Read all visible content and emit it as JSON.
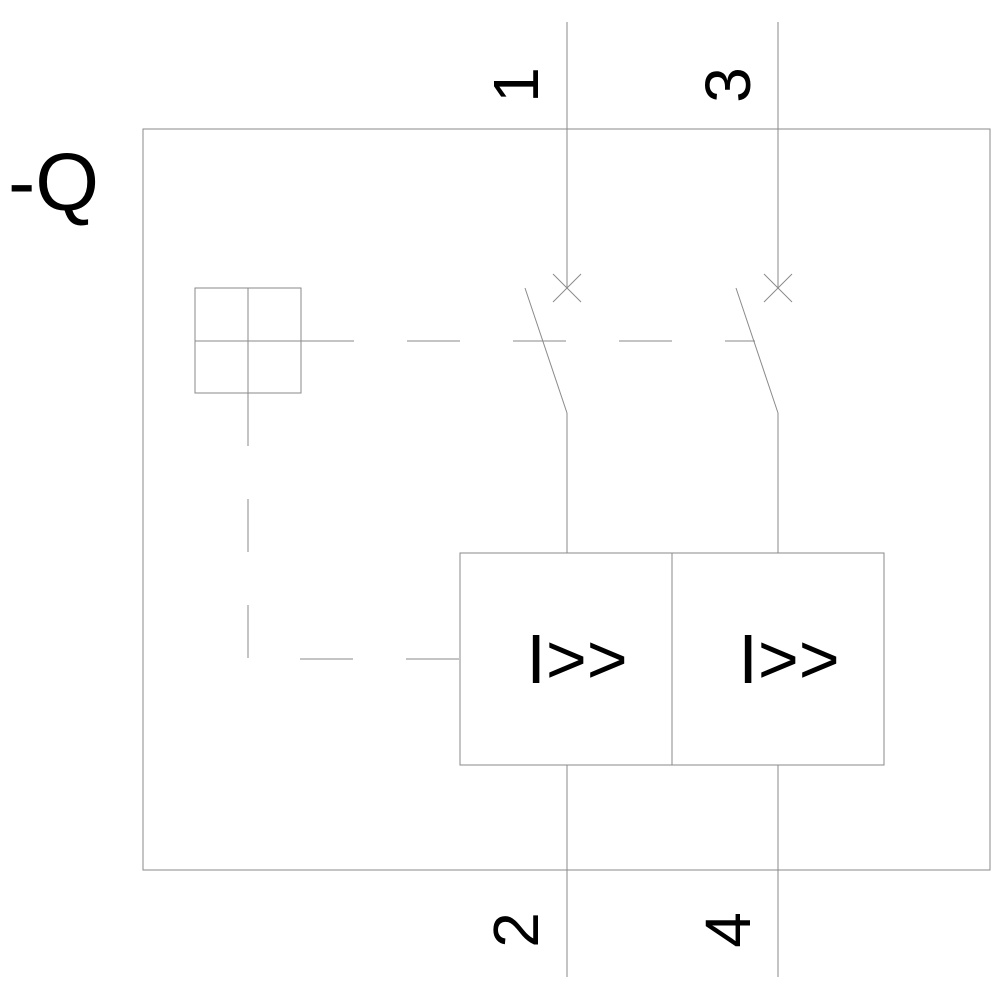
{
  "designation": "-Q",
  "terminals": {
    "t1": "1",
    "t2": "2",
    "t3": "3",
    "t4": "4"
  },
  "trip_units": [
    {
      "label": "I>>"
    },
    {
      "label": "I>>"
    }
  ],
  "colors": {
    "line": "#8a8a8a",
    "text": "#000000"
  }
}
